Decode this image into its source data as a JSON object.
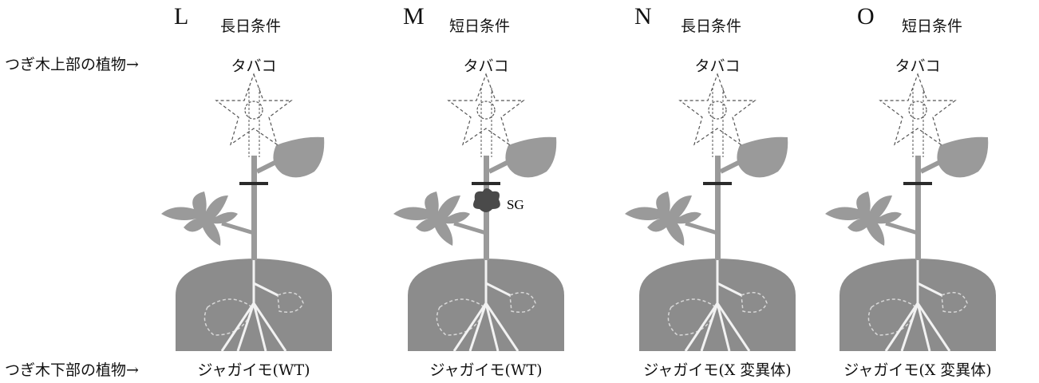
{
  "row_labels": {
    "upper": "つぎ木上部の植物→",
    "lower": "つぎ木下部の植物→"
  },
  "panels": [
    {
      "letter": "L",
      "condition": "長日条件",
      "upper_plant": "タバコ",
      "lower_plant": "ジャガイモ(WT)",
      "has_sg": false
    },
    {
      "letter": "M",
      "condition": "短日条件",
      "upper_plant": "タバコ",
      "lower_plant": "ジャガイモ(WT)",
      "has_sg": true,
      "sg_label": "SG"
    },
    {
      "letter": "N",
      "condition": "長日条件",
      "upper_plant": "タバコ",
      "lower_plant": "ジャガイモ(X 変異体)",
      "has_sg": false
    },
    {
      "letter": "O",
      "condition": "短日条件",
      "upper_plant": "タバコ",
      "lower_plant": "ジャガイモ(X 変異体)",
      "has_sg": false
    }
  ],
  "colors": {
    "plant_gray": "#9a9a9a",
    "soil_gray": "#8c8c8c",
    "graft_bar": "#2b2b2b",
    "sg_dark": "#4a4a4a"
  }
}
